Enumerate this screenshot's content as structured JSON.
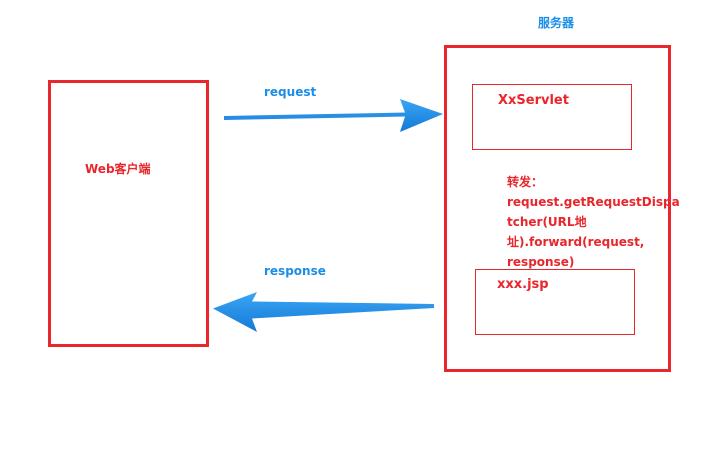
{
  "server": {
    "title": "服务器"
  },
  "client": {
    "label": "Web客户端"
  },
  "arrows": {
    "request_label": "request",
    "response_label": "response"
  },
  "servlet": {
    "label": "XxServlet"
  },
  "jsp": {
    "label": "xxx.jsp"
  },
  "forward_note": {
    "lines": [
      "转发：",
      "request.getRequestDispa",
      "tcher(URL地",
      "址).forward(request,",
      "response)"
    ]
  },
  "colors": {
    "border_red": "#e8262c",
    "arrow_blue": "#1a8ee8",
    "arrow_red": "#e8262c",
    "server_title_blue": "#1a8ee8"
  }
}
